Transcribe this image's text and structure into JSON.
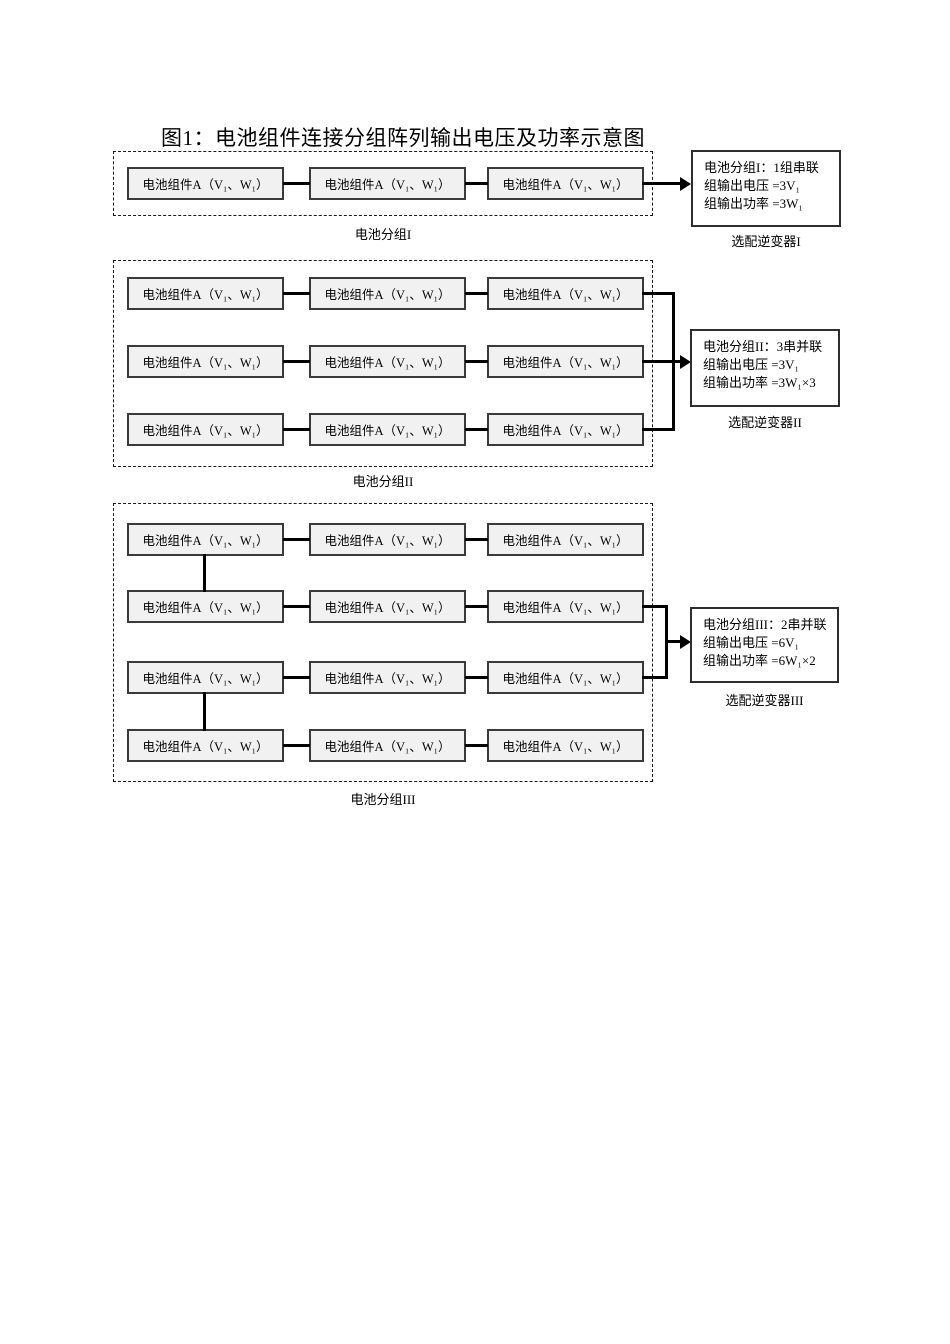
{
  "figure": {
    "title": "图1：电池组件连接分组阵列输出电压及功率示意图",
    "module_label": "电池组件A（V₁、W₁）",
    "groups": [
      {
        "caption": "电池分组I",
        "rows": 1,
        "cols": 3
      },
      {
        "caption": "电池分组II",
        "rows": 3,
        "cols": 3
      },
      {
        "caption": "电池分组III",
        "rows": 4,
        "cols": 3
      }
    ],
    "inverters": [
      {
        "lines": [
          "电池分组I：1组串联",
          "组输出电压 =3V₁",
          "组输出功率 =3W₁"
        ],
        "caption": "选配逆变器I"
      },
      {
        "lines": [
          "电池分组II：3串并联",
          "组输出电压 =3V₁",
          "组输出功率 =3W₁×3"
        ],
        "caption": "选配逆变器II"
      },
      {
        "lines": [
          "电池分组III：2串并联",
          "组输出电压 =6V₁",
          "组输出功率 =6W₁×2"
        ],
        "caption": "选配逆变器III"
      }
    ],
    "colors": {
      "module_fill": "#f1f1f1",
      "module_border": "#3a3a3a",
      "line": "#000000",
      "page_background": "#ffffff"
    }
  }
}
